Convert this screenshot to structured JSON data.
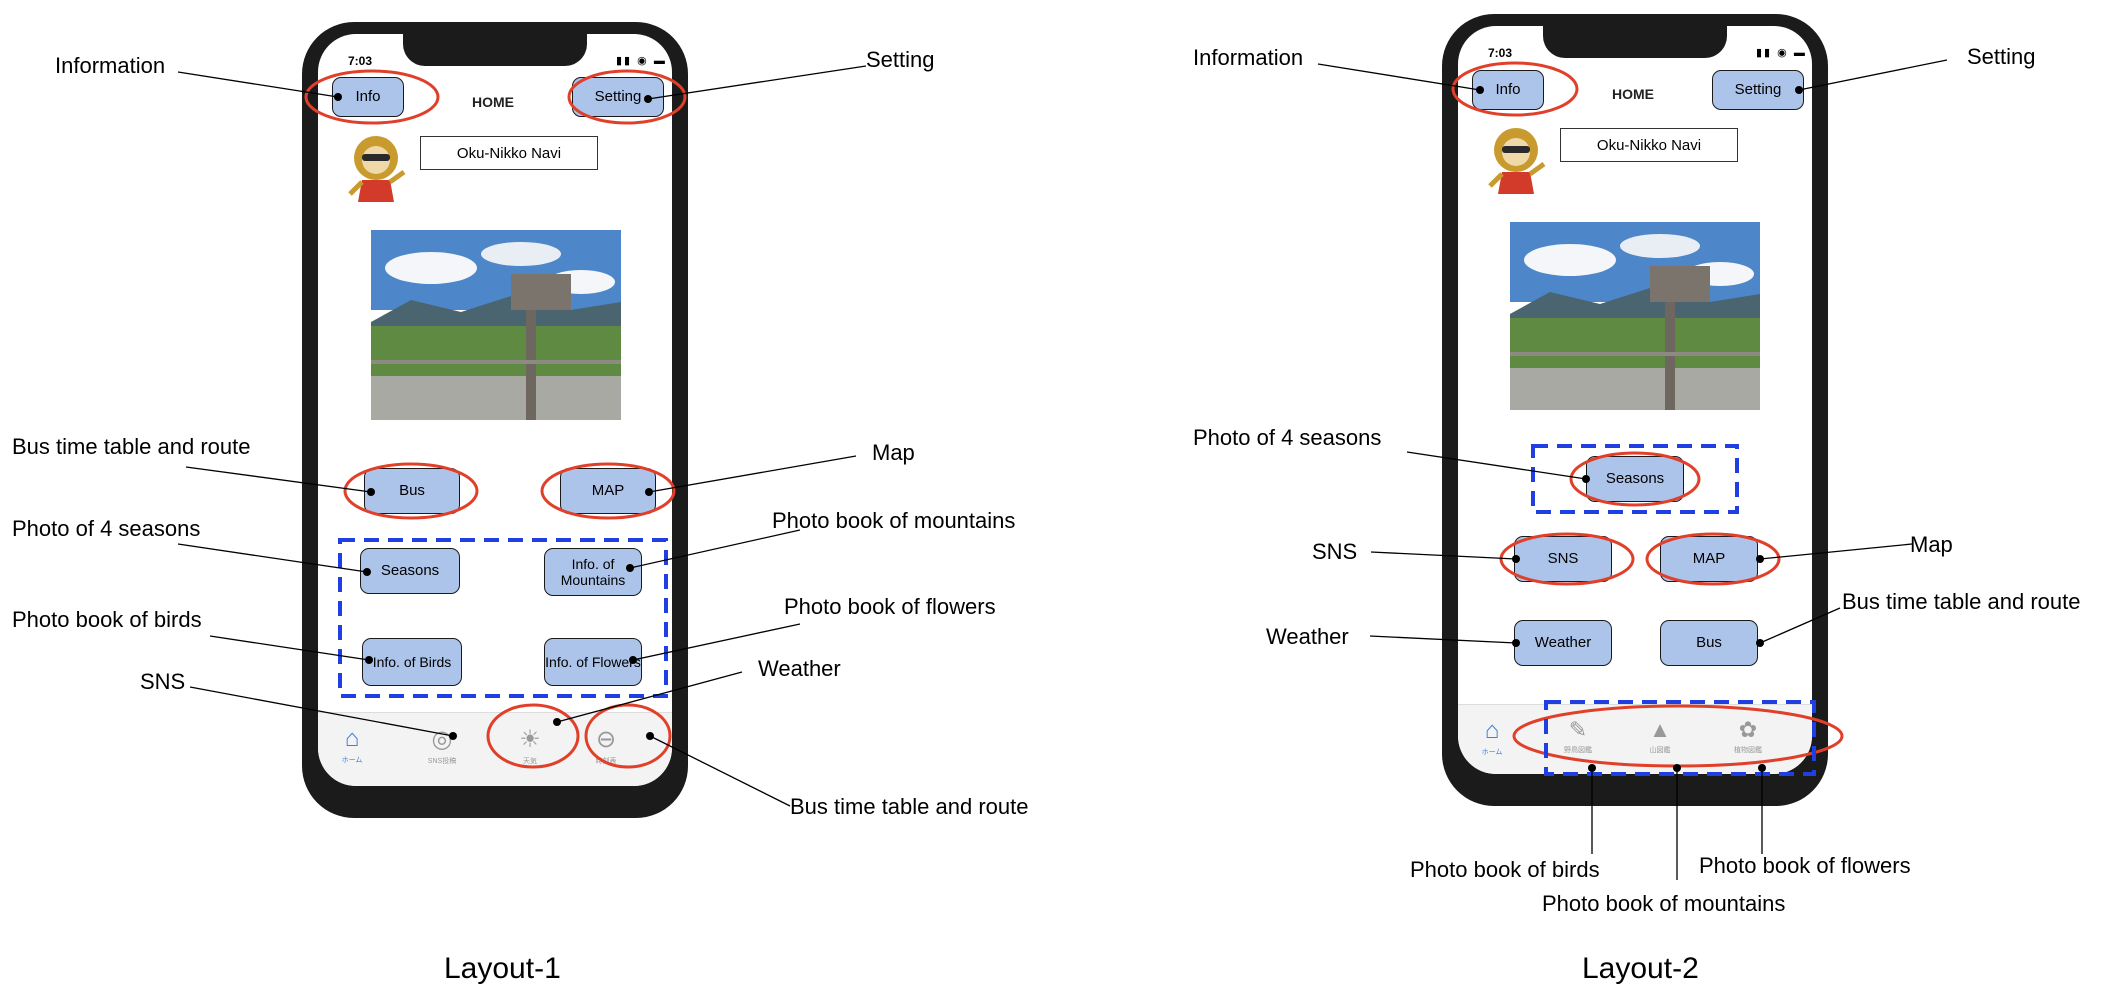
{
  "layouts": [
    {
      "caption": "Layout-1",
      "status_time": "7:03",
      "home_title": "HOME",
      "app_name": "Oku-Nikko Navi",
      "buttons": {
        "info": "Info",
        "setting": "Setting",
        "bus": "Bus",
        "map": "MAP",
        "seasons": "Seasons",
        "mountains": "Info. of Mountains",
        "birds": "Info. of Birds",
        "flowers": "Info. of Flowers"
      },
      "tabs": [
        {
          "icon": "home-icon",
          "label": "ホーム"
        },
        {
          "icon": "instagram-icon",
          "label": "SNS投稿"
        },
        {
          "icon": "sun-icon",
          "label": "天気"
        },
        {
          "icon": "bus-icon",
          "label": "時刻表"
        }
      ],
      "annotations": {
        "information": "Information",
        "setting": "Setting",
        "bus": "Bus time table and route",
        "map": "Map",
        "seasons": "Photo of 4 seasons",
        "mountains": "Photo book of mountains",
        "birds": "Photo book of birds",
        "flowers": "Photo book of flowers",
        "sns": "SNS",
        "weather": "Weather",
        "bus_tab": "Bus time table and route"
      }
    },
    {
      "caption": "Layout-2",
      "status_time": "7:03",
      "home_title": "HOME",
      "app_name": "Oku-Nikko Navi",
      "buttons": {
        "info": "Info",
        "setting": "Setting",
        "seasons": "Seasons",
        "sns": "SNS",
        "map": "MAP",
        "weather": "Weather",
        "bus": "Bus"
      },
      "tabs": [
        {
          "icon": "home-icon",
          "label": "ホーム"
        },
        {
          "icon": "bird-icon",
          "label": "野鳥図鑑"
        },
        {
          "icon": "mountain-icon",
          "label": "山図鑑"
        },
        {
          "icon": "flower-icon",
          "label": "植物図鑑"
        }
      ],
      "annotations": {
        "information": "Information",
        "setting": "Setting",
        "seasons": "Photo of 4 seasons",
        "sns": "SNS",
        "map": "Map",
        "weather": "Weather",
        "bus": "Bus time table and route",
        "birds": "Photo book of birds",
        "mountains": "Photo book of mountains",
        "flowers": "Photo book of flowers"
      }
    }
  ],
  "colors": {
    "button_fill": "#adc4ea",
    "highlight_ellipse": "#e0402a",
    "group_box": "#1f3fe0",
    "active_tab": "#3b7fe0"
  }
}
